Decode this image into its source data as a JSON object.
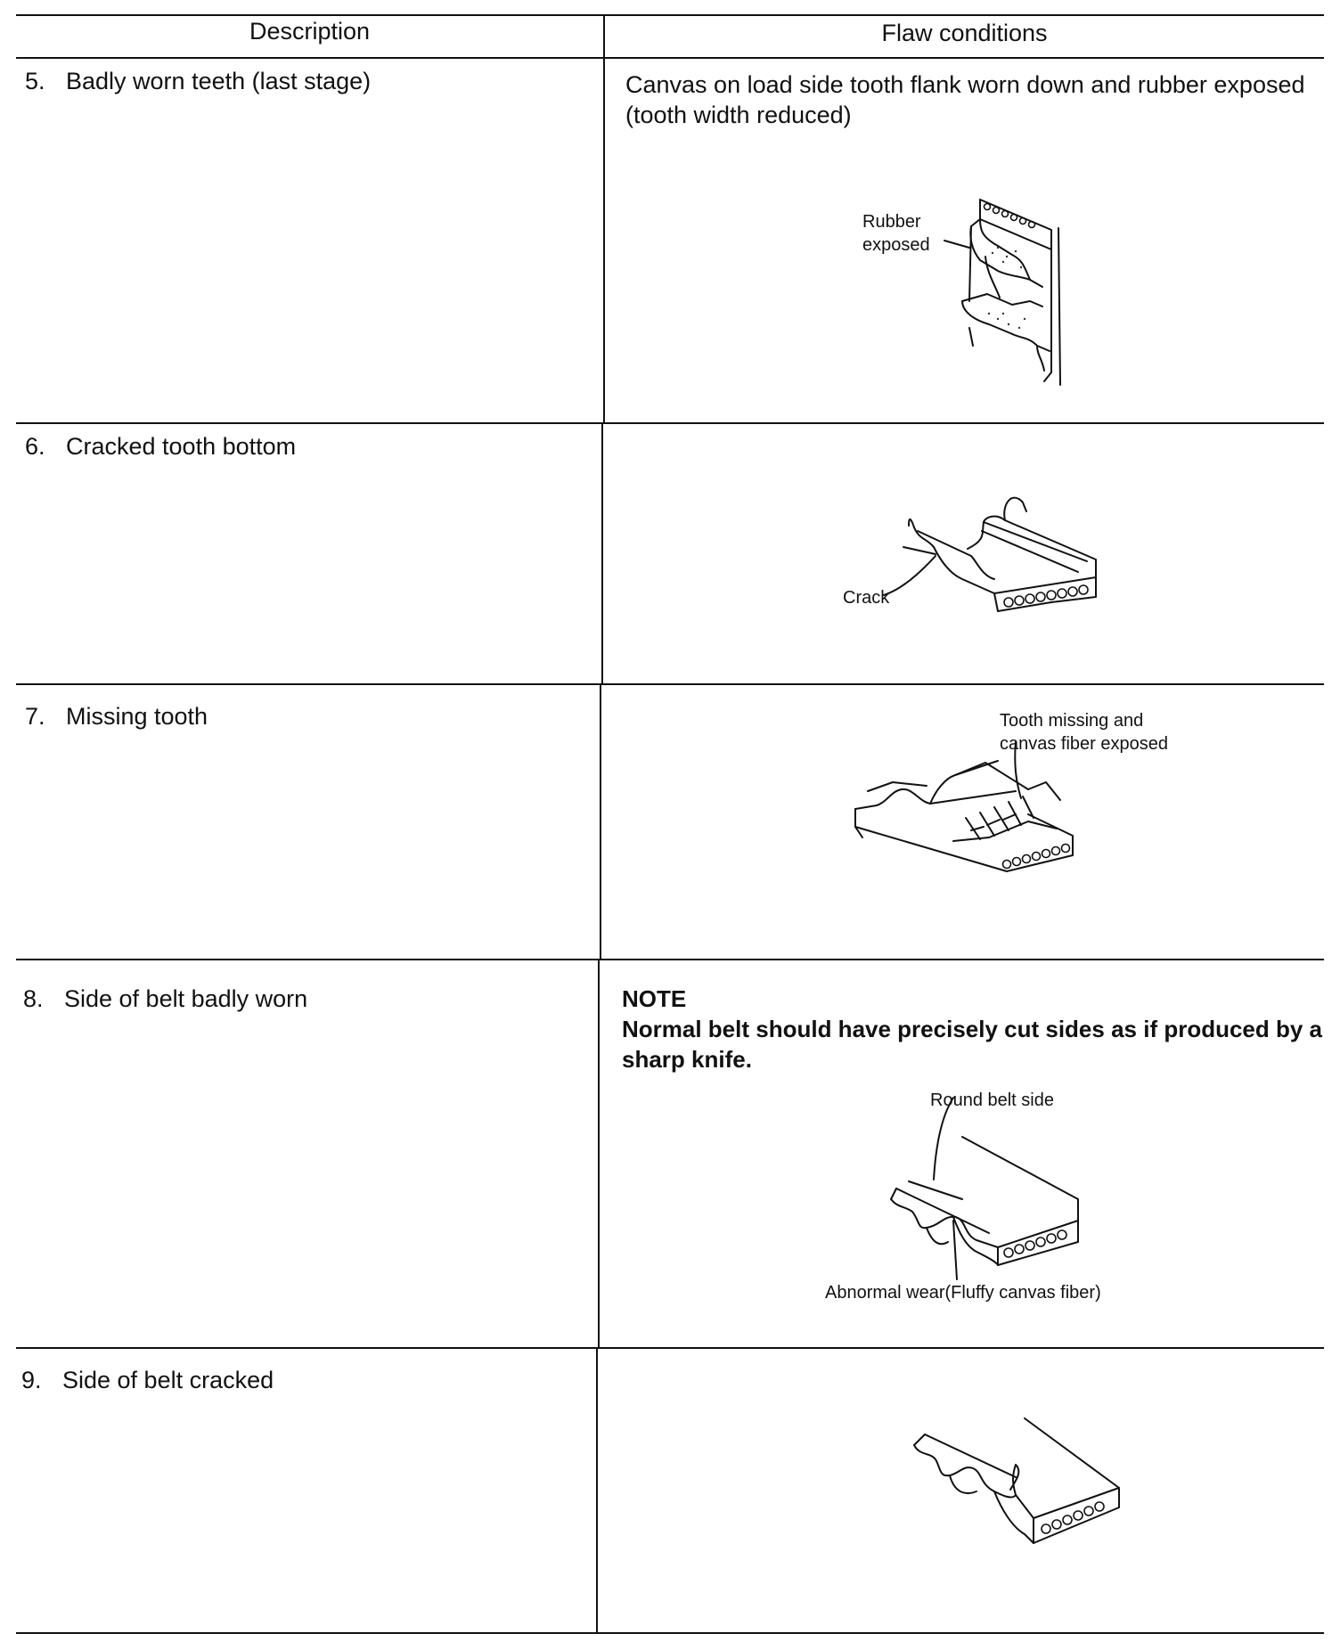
{
  "header": {
    "col_description": "Description",
    "col_flaw": "Flaw conditions"
  },
  "rows": [
    {
      "num": "5.",
      "description": "Badly worn teeth (last stage)",
      "flaw_text": "Canvas on load side tooth flank worn down and rubber exposed (tooth width reduced)",
      "labels": [
        "Rubber",
        "exposed"
      ]
    },
    {
      "num": "6.",
      "description": "Cracked tooth bottom",
      "labels": [
        "Crack"
      ]
    },
    {
      "num": "7.",
      "description": "Missing tooth",
      "labels": [
        "Tooth missing and",
        "canvas fiber exposed"
      ]
    },
    {
      "num": "8.",
      "description": "Side of belt badly worn",
      "note_title": "NOTE",
      "note_text": "Normal belt should have precisely cut sides as if produced by a sharp knife.",
      "labels": [
        "Round belt side",
        "Abnormal wear(Fluffy canvas fiber)"
      ]
    },
    {
      "num": "9.",
      "description": "Side of belt cracked"
    }
  ]
}
